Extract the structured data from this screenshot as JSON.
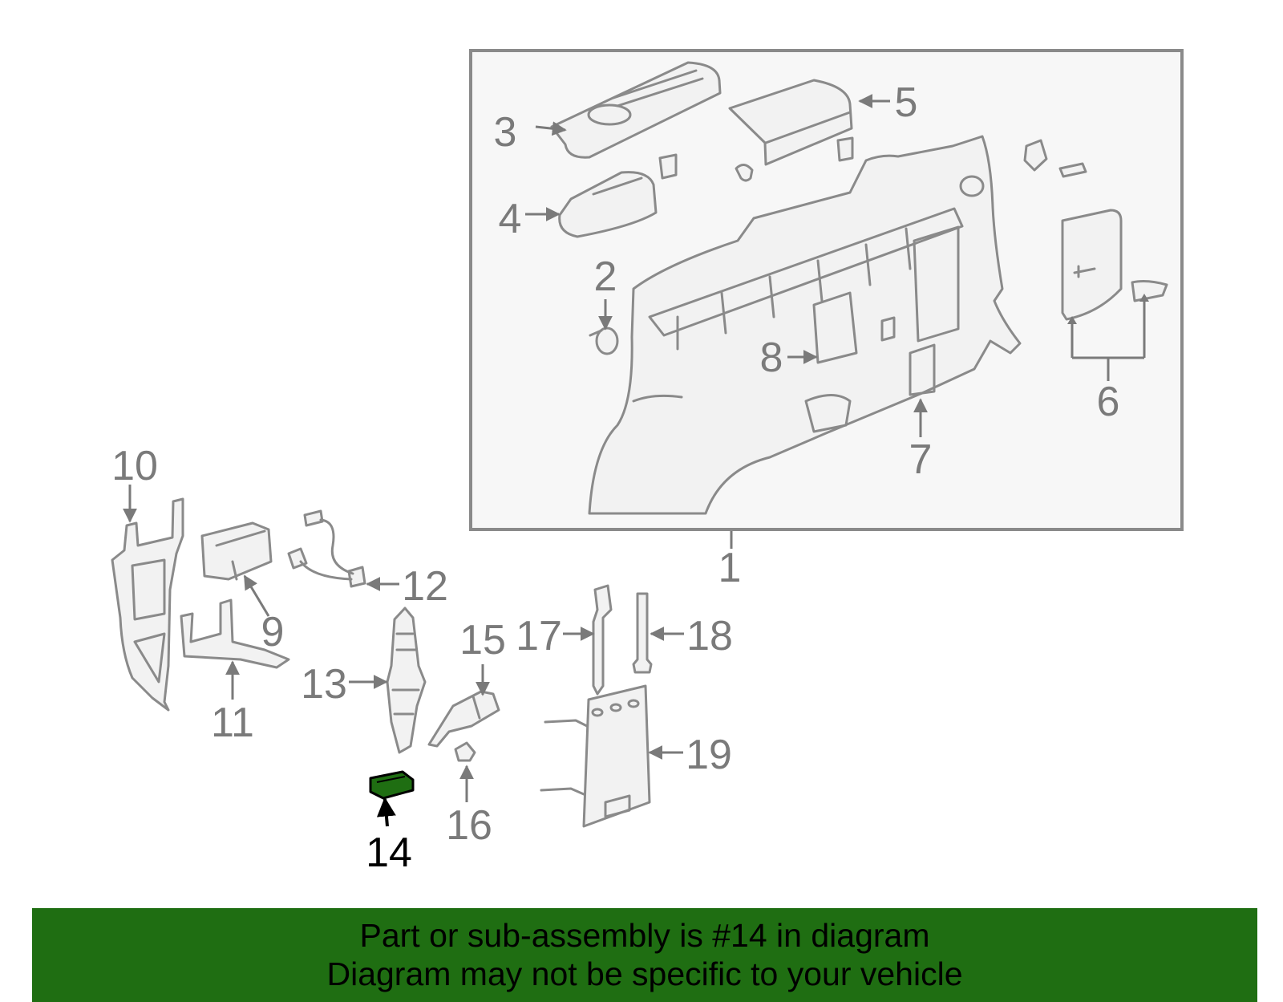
{
  "diagram": {
    "highlighted_part": "14",
    "highlight_color": "#1f6e12",
    "line_color": "#8a8a8a",
    "callouts": [
      "1",
      "2",
      "3",
      "4",
      "5",
      "6",
      "7",
      "8",
      "9",
      "10",
      "11",
      "12",
      "13",
      "14",
      "15",
      "16",
      "17",
      "18",
      "19"
    ]
  },
  "banner": {
    "line1": "Part or sub-assembly is #14 in diagram",
    "line2": "Diagram may not be specific to your vehicle",
    "background": "#1f6e12"
  }
}
